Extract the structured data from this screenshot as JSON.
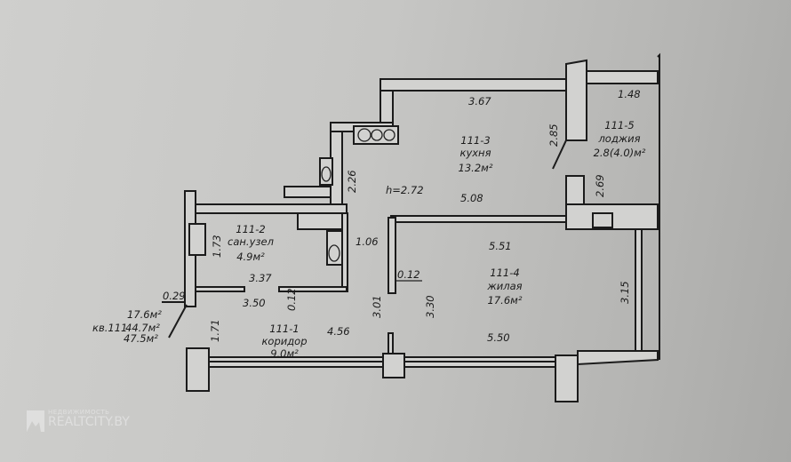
{
  "rooms": [
    {
      "id": "111-1",
      "name": "коридор",
      "area": "9.0м²"
    },
    {
      "id": "111-2",
      "name": "сан.узел",
      "area": "4.9м²"
    },
    {
      "id": "111-3",
      "name": "кухня",
      "area": "13.2м²"
    },
    {
      "id": "111-4",
      "name": "жилая",
      "area": "17.6м²"
    },
    {
      "id": "111-5",
      "name": "лоджия",
      "area": "2.8(4.0)м²"
    }
  ],
  "ceiling_height": "h=2.72",
  "apartment": {
    "living_area": "17.6м²",
    "number_label": "кв.111",
    "total_area": "44.7м²",
    "total_with_loggia": "47.5м²"
  },
  "dimensions": {
    "kitchen_top": "3.67",
    "loggia_top": "1.48",
    "kitchen_side": "2.85",
    "loggia_side": "2.69",
    "kitchen_bottom": "5.08",
    "kitchen_left": "2.26",
    "bath_right": "1.06",
    "bath_left": "1.73",
    "bath_bottom": "3.37",
    "wall_029": "0.29",
    "corridor_top": "3.50",
    "wall_012a": "0.12",
    "corridor_left": "1.71",
    "corridor_right": "4.56",
    "corridor_height": "3.01",
    "room_top": "5.51",
    "wall_012b": "0.12",
    "room_left": "3.30",
    "room_bottom": "5.50",
    "room_right": "3.15"
  },
  "watermark": {
    "top": "НЕДВИЖИМОСТЬ",
    "brand": "REALTCITY.BY"
  }
}
